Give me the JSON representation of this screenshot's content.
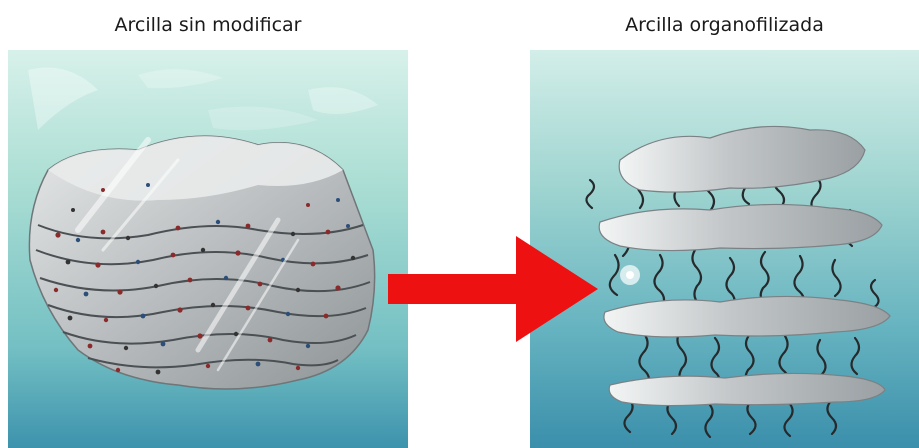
{
  "figure": {
    "left_title": "Arcilla sin modificar",
    "right_title": "Arcilla organofilizada",
    "icons": {
      "left_panel": "stacked-clay-layers-illustration",
      "right_panel": "exfoliated-clay-layers-with-organic-chains-illustration",
      "arrow": "right-arrow-icon"
    },
    "colors": {
      "arrow": "#ee1111",
      "background_top": "#cfeee6",
      "background_bottom": "#3e9ab1",
      "clay_sheet": "#c4c8ca",
      "organic_chains": "#262a2c"
    }
  }
}
